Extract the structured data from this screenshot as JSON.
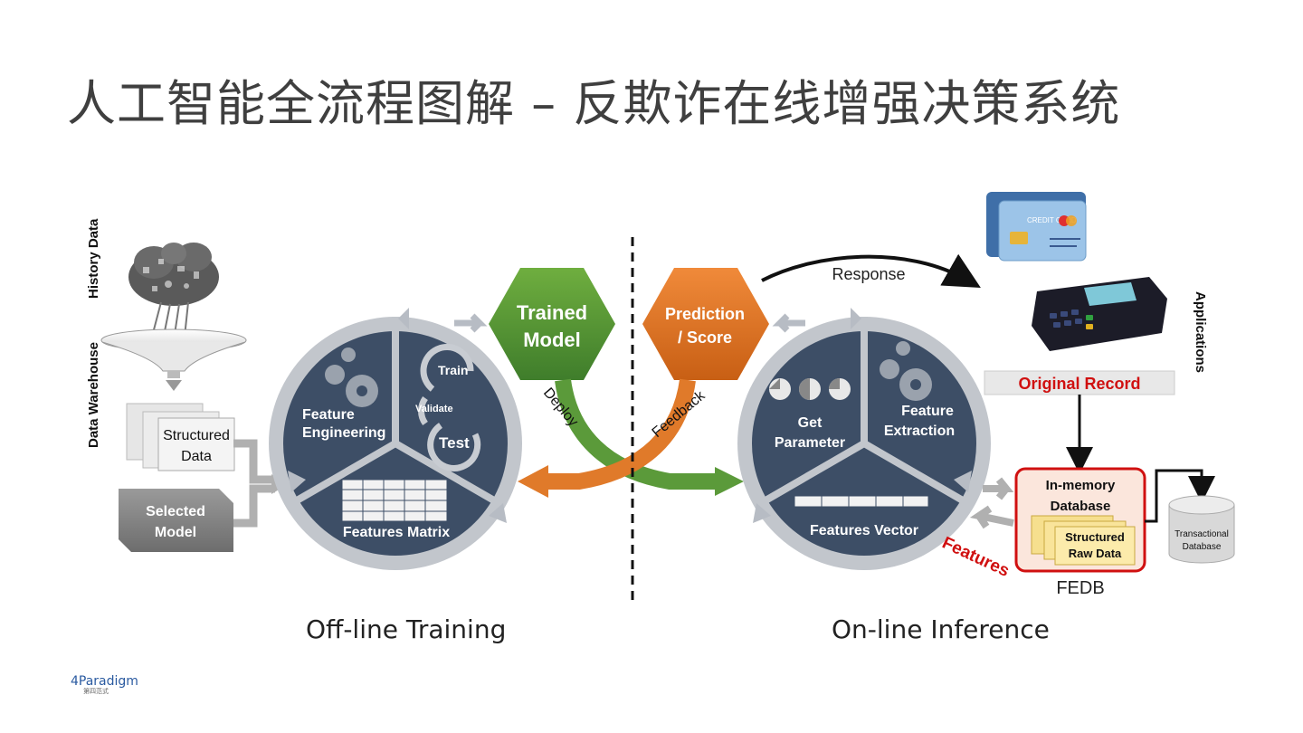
{
  "title": "人工智能全流程图解 – 反欺诈在线增强决策系统",
  "left": {
    "history_data": "History Data",
    "data_warehouse": "Data Warehouse",
    "structured_data": [
      "Structured",
      "Data"
    ],
    "selected_model": [
      "Selected",
      "Model"
    ],
    "feature_engineering": [
      "Feature",
      "Engineering"
    ],
    "train": "Train",
    "validate": "Validate",
    "test": "Test",
    "features_matrix": "Features Matrix",
    "trained_model": [
      "Trained",
      "Model"
    ],
    "deploy": "Deploy",
    "caption": "Off-line Training"
  },
  "right": {
    "prediction_score": [
      "Prediction",
      "/ Score"
    ],
    "feedback": "Feedback",
    "response": "Response",
    "get_parameter": [
      "Get",
      "Parameter"
    ],
    "feature_extraction": [
      "Feature",
      "Extraction"
    ],
    "features_vector": "Features Vector",
    "features": "Features",
    "applications": "Applications",
    "original_record": "Original Record",
    "credit_card": "CREDIT CARD",
    "in_memory_database": [
      "In-memory",
      "Database"
    ],
    "structured_raw_data": [
      "Structured",
      "Raw Data"
    ],
    "fedb": "FEDB",
    "transactional_database": [
      "Transactional",
      "Database"
    ],
    "caption": "On-line Inference"
  },
  "logo": {
    "name": "4Paradigm",
    "sub": "第四范式"
  },
  "colors": {
    "disc": "#3d4e66",
    "ring": "#b7bcc4",
    "green": "#5b9a3a",
    "orange": "#e07a2a",
    "red": "#d01010"
  }
}
